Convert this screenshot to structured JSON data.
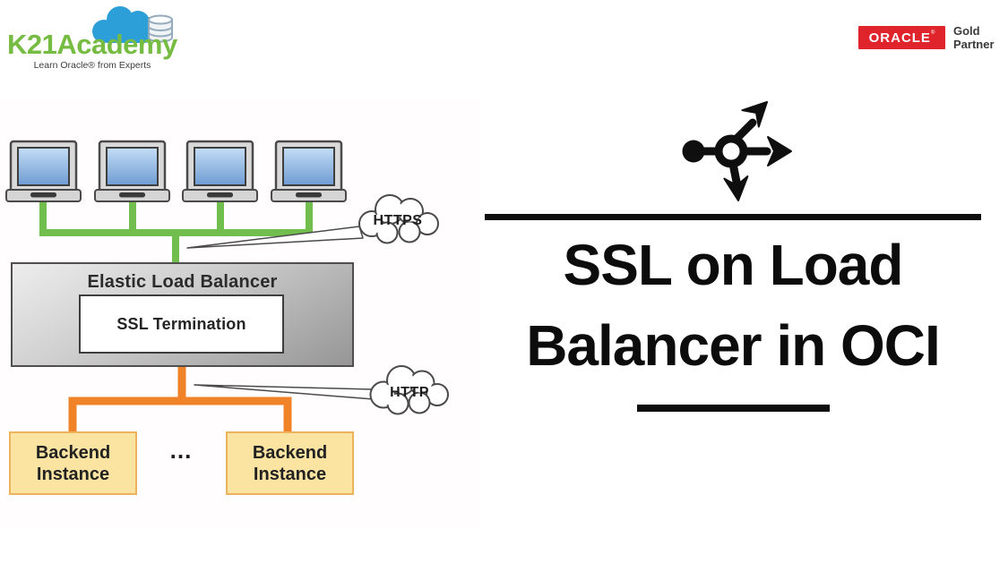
{
  "header": {
    "logo": {
      "brand": "K21Academy",
      "tagline": "Learn Oracle® from Experts"
    },
    "oracle_badge": {
      "name": "ORACLE",
      "mark": "®",
      "tier_line1": "Gold",
      "tier_line2": "Partner"
    }
  },
  "diagram": {
    "client_count": 4,
    "https_label": "HTTPS",
    "http_label": "HTTP",
    "elb_title": "Elastic Load Balancer",
    "ssl_box_label": "SSL Termination",
    "backend": {
      "line1": "Backend",
      "line2": "Instance"
    },
    "backend_count": 2,
    "dots": "..."
  },
  "title": {
    "line1": "SSL on Load",
    "line2": "Balancer in OCI"
  },
  "colors": {
    "logo_green": "#76BC43",
    "cloud_blue": "#2C9FD9",
    "oracle_red": "#E0242C",
    "network_green": "#71BD4D",
    "network_orange": "#F08228",
    "backend_yellow": "#FBE3A1",
    "title_black": "#0C0C0C"
  }
}
